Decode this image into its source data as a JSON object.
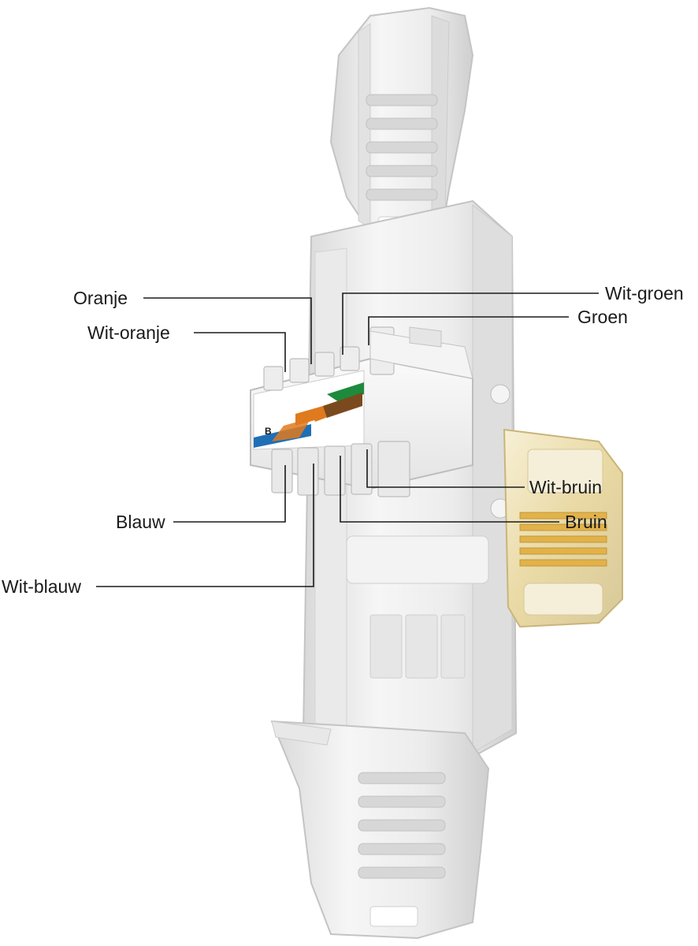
{
  "labels": {
    "oranje": "Oranje",
    "wit_oranje": "Wit-oranje",
    "wit_groen": "Wit-groen",
    "groen": "Groen",
    "wit_bruin": "Wit-bruin",
    "bruin": "Bruin",
    "blauw": "Blauw",
    "wit_blauw": "Wit-blauw"
  },
  "block_marking": "B",
  "colors": {
    "housing": "#f1f1f1",
    "housing_shadow": "#d4d4d4",
    "orange_wire": "#e07a1f",
    "green_wire": "#1e8a3c",
    "blue_wire": "#1f6fb5",
    "brown_wire": "#7a4a1e",
    "contact_gold": "#e2b24a",
    "plug_clear": "#efe6c9",
    "text": "#1a1a1a"
  }
}
